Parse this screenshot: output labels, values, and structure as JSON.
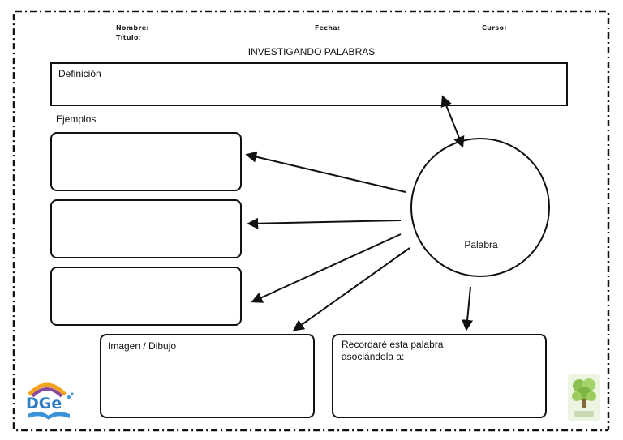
{
  "header": {
    "name_label": "Nombre:",
    "title_label": "Título:",
    "date_label": "Fecha:",
    "course_label": "Curso:"
  },
  "worksheet": {
    "title": "INVESTIGANDO PALABRAS",
    "definition_label": "Definición",
    "examples_label": "Ejemplos",
    "word_label": "Palabra",
    "image_label": "Imagen / Dibujo",
    "remember_label": "Recordaré esta palabra asociándola a:"
  },
  "logos": {
    "left": "DGE",
    "right": "tree-logo"
  }
}
